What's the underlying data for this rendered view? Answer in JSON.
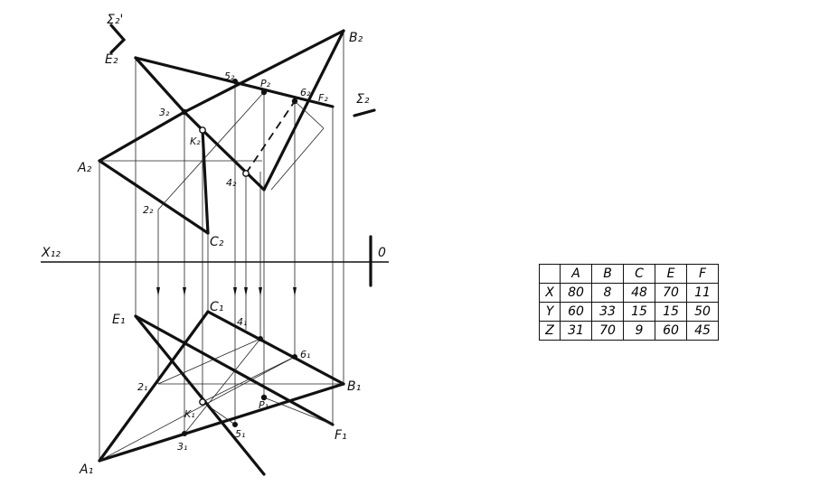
{
  "labels": {
    "sigma2_prime": "Σ₂'",
    "sigma2": "Σ₂",
    "B2": "B₂",
    "E2": "E₂",
    "F2": "F₂",
    "A2": "A₂",
    "C2": "C₂",
    "p5_2": "5₂",
    "P2": "P₂",
    "p6_2": "6₂",
    "p3_2": "3₂",
    "K2": "K₂",
    "p4_2": "4₂",
    "p2_2": "2₂",
    "x12": "X₁₂",
    "origin": "0",
    "E1": "E₁",
    "C1": "C₁",
    "p4_1": "4₁",
    "p6_1": "6₁",
    "p2_1": "2₁",
    "B1": "B₁",
    "K1": "K₁",
    "P1": "P₁",
    "p5_1": "5₁",
    "F1": "F₁",
    "p3_1": "3₁",
    "A1": "A₁"
  },
  "table": {
    "header": [
      "",
      "A",
      "B",
      "C",
      "E",
      "F"
    ],
    "rows": [
      [
        "X",
        "80",
        "8",
        "48",
        "70",
        "11"
      ],
      [
        "Y",
        "60",
        "33",
        "15",
        "15",
        "50"
      ],
      [
        "Z",
        "31",
        "70",
        "9",
        "60",
        "45"
      ]
    ]
  }
}
